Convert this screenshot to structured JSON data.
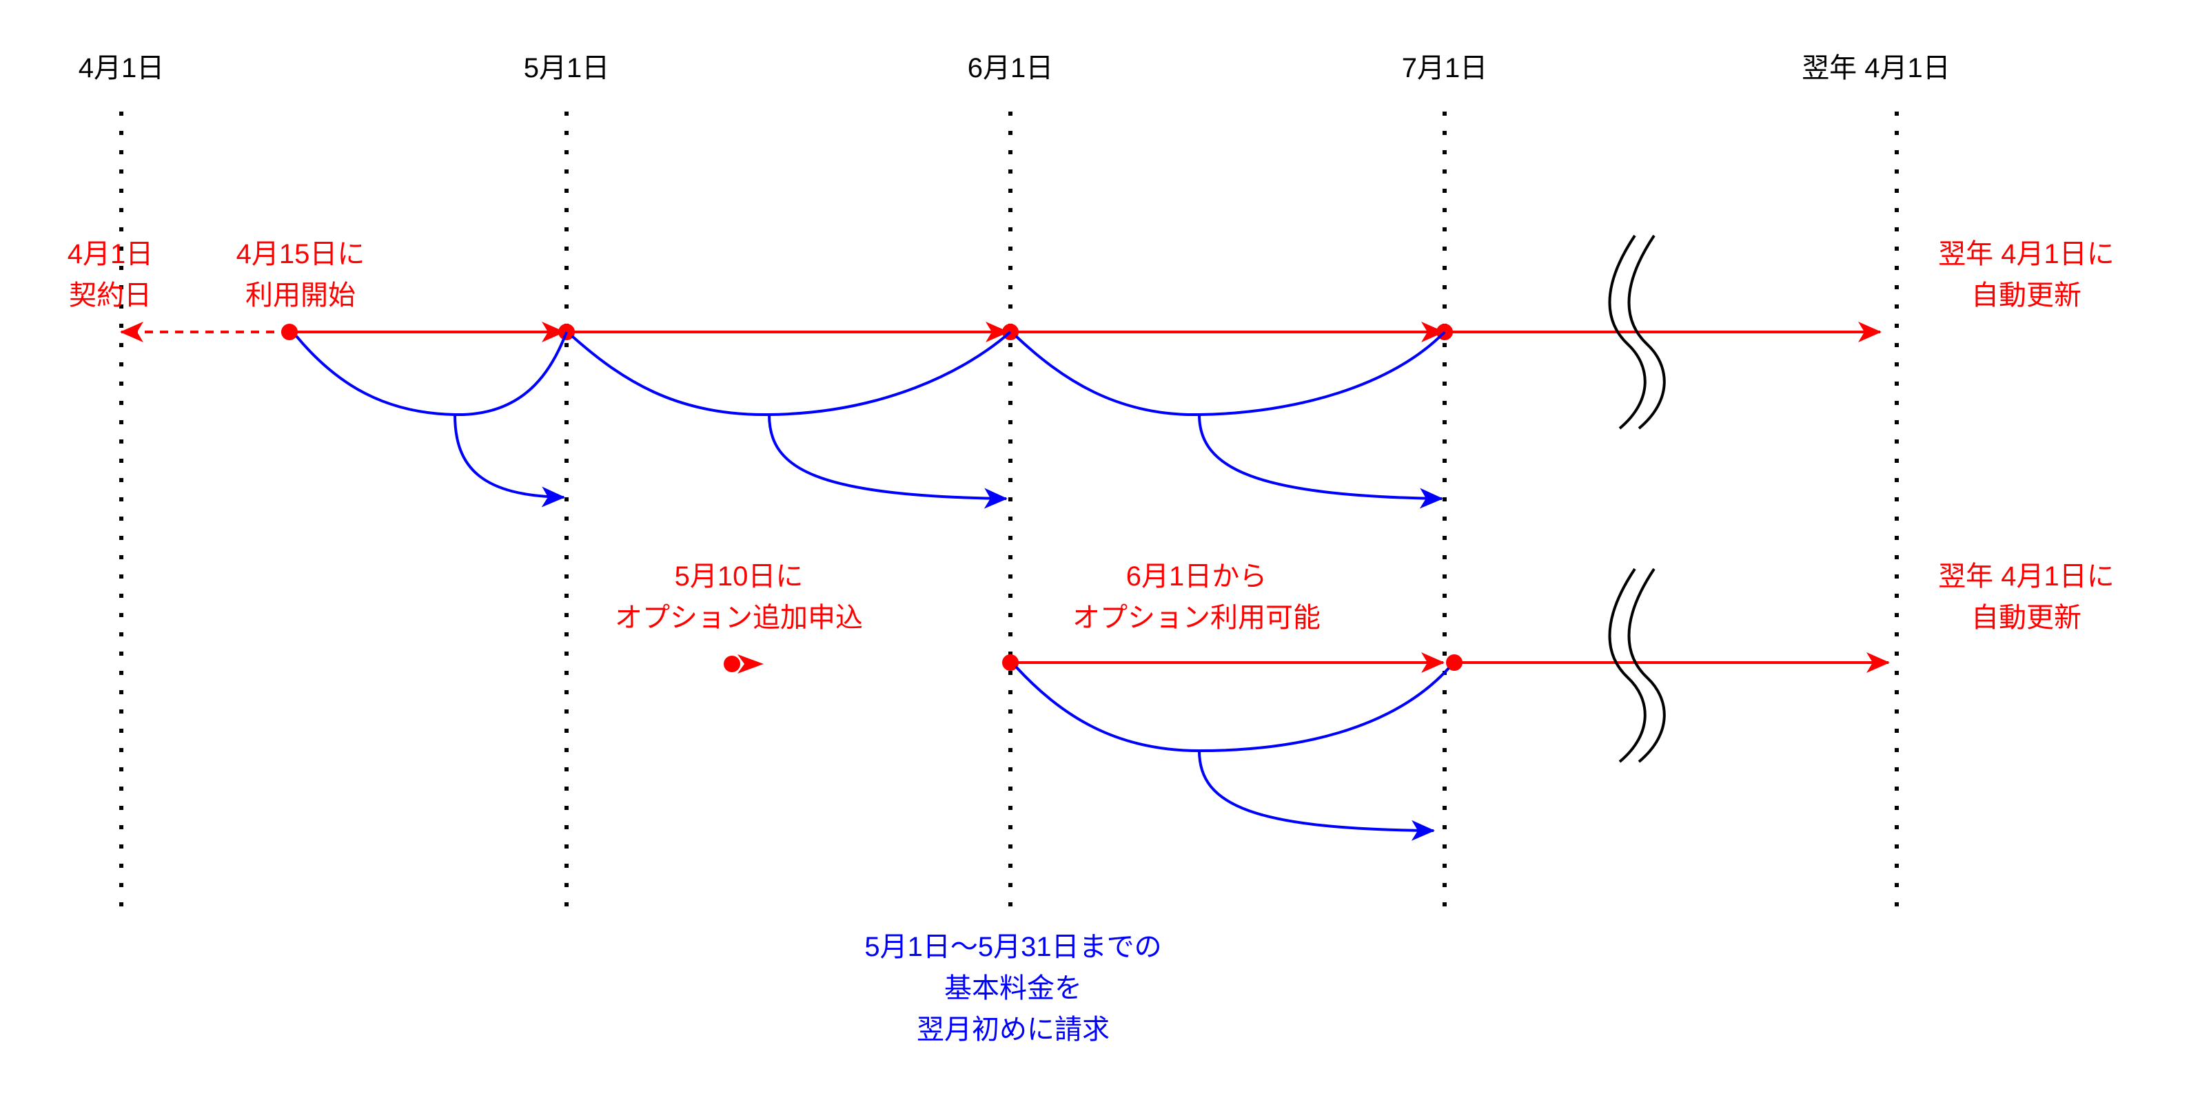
{
  "colors": {
    "timeline": "#ff0000",
    "billing": "#0000ff",
    "guide": "#000000"
  },
  "headers": [
    "4月1日",
    "5月1日",
    "6月1日",
    "7月1日",
    "翌年 4月1日"
  ],
  "labels": {
    "contract_date": [
      "4月1日",
      "契約日"
    ],
    "usage_start": [
      "4月15日に",
      "利用開始"
    ],
    "auto_renew_top": [
      "翌年 4月1日に",
      "自動更新"
    ],
    "option_apply": [
      "5月10日に",
      "オプション追加申込"
    ],
    "option_available": [
      "6月1日から",
      "オプション利用可能"
    ],
    "auto_renew_bottom": [
      "翌年 4月1日に",
      "自動更新"
    ],
    "billing_note": [
      "5月1日〜5月31日までの",
      "基本料金を",
      "翌月初めに請求"
    ]
  },
  "icons": [
    "break-mark-icon",
    "arrow-head-icon",
    "dot-marker-icon"
  ]
}
